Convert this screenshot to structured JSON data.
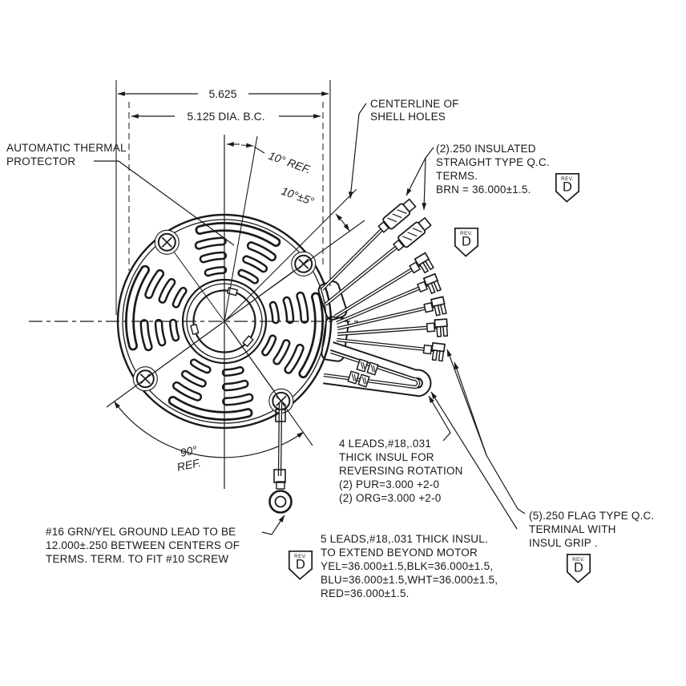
{
  "labels": {
    "dim_overall": "5.625",
    "dim_bolt_circle": "5.125 DIA. B.C.",
    "angle_10_ref": "10° REF.",
    "angle_10_tol": "10°±5°",
    "angle_90": "90°",
    "angle_90_ref": "REF.",
    "rev": "REV.",
    "rev_letter": "D"
  },
  "ann": {
    "thermal": [
      "AUTOMATIC THERMAL",
      "PROTECTOR"
    ],
    "shell": [
      "CENTERLINE OF",
      "SHELL HOLES"
    ],
    "qc2": [
      "(2).250 INSULATED",
      "STRAIGHT TYPE Q.C.",
      "TERMS.",
      "BRN = 36.000±1.5."
    ],
    "leads4": [
      "4 LEADS,#18,.031",
      "THICK INSUL FOR",
      "REVERSING ROTATION",
      "(2) PUR=3.000 +2-0",
      "(2) ORG=3.000 +2-0"
    ],
    "ground": [
      "#16 GRN/YEL GROUND LEAD TO BE",
      "12.000±.250 BETWEEN CENTERS OF",
      "TERMS. TERM. TO FIT #10 SCREW"
    ],
    "leads5": [
      "5 LEADS,#18,.031 THICK INSUL.",
      "TO EXTEND BEYOND MOTOR",
      "YEL=36.000±1.5,BLK=36.000±1.5,",
      "BLU=36.000±1.5,WHT=36.000±1.5,",
      "RED=36.000±1.5."
    ],
    "flag5": [
      "(5).250 FLAG TYPE Q.C.",
      "TERMINAL WITH",
      "INSUL GRIP ."
    ]
  },
  "colors": {
    "line": "#1a1a1a",
    "background": "#ffffff"
  }
}
